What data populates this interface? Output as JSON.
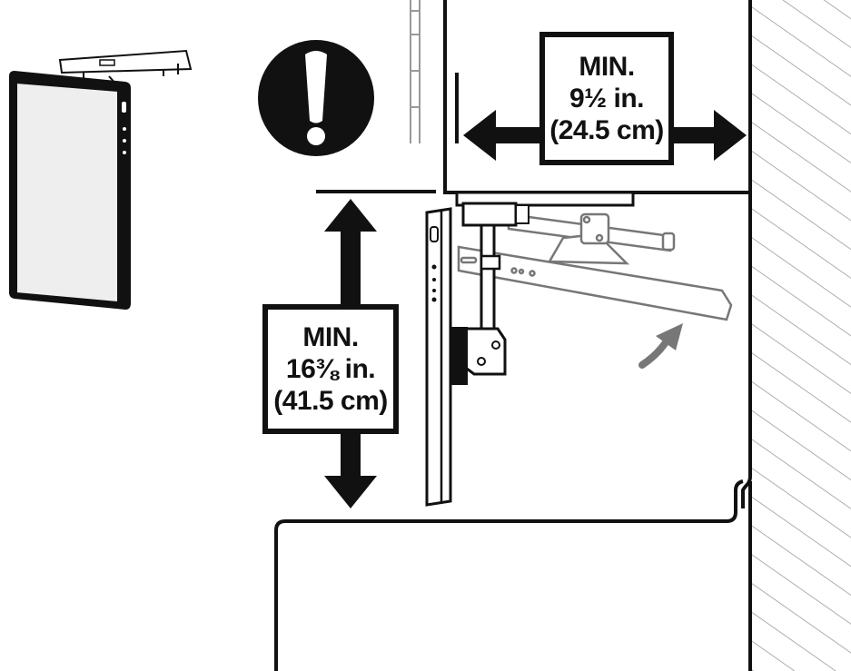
{
  "colors": {
    "ink": "#111111",
    "panel_fill": "#eeeeee",
    "ghost_part": "#777777",
    "hatch": "#999999",
    "curved_arrow": "#777777",
    "warning_circle": "#111111",
    "warning_mark": "#ffffff"
  },
  "icons": {
    "warning": "exclamation-in-circle-icon",
    "rotate": "curved-arrow-icon"
  },
  "clearance_width": {
    "line1": "MIN.",
    "line2": "9½ in.",
    "line3": "(24.5 cm)"
  },
  "clearance_height": {
    "line1": "MIN.",
    "line2": "16⅜ in.",
    "line3": "(41.5 cm)"
  }
}
